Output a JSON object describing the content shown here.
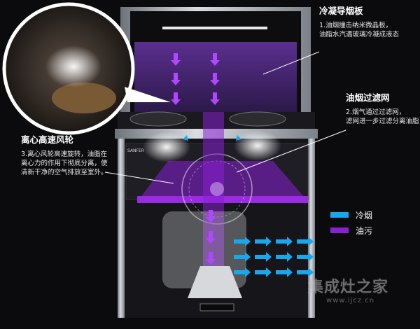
{
  "labels": {
    "condensation": {
      "title": "冷凝导烟板",
      "desc_1": "1.油烟撞击纳米微晶板，",
      "desc_2": "油脂水汽遇玻璃冷凝成液态"
    },
    "filter": {
      "title": "油烟过滤网",
      "desc_1": "2.烟气通过过滤网，",
      "desc_2": "滤网进一步过滤分离油脂"
    },
    "fan": {
      "title": "离心高速风轮",
      "desc_1": "3.离心风轮高速旋转，油脂在",
      "desc_2": "离心力的作用下彻底分离，使",
      "desc_3": "清新干净的空气排放至室外。"
    }
  },
  "legend": [
    {
      "label": "冷烟",
      "color": "#1aa7ea"
    },
    {
      "label": "油污",
      "color": "#8b1fd6"
    }
  ],
  "brand_badge": "SANFER",
  "watermark": {
    "title": "集成灶之家",
    "url": "www.ijcz.cn"
  },
  "colors": {
    "cold_smoke": "#1aa7ea",
    "oil": "#8b1fd6",
    "steel": "#9aa0a6",
    "glass": "#4a2a78"
  }
}
